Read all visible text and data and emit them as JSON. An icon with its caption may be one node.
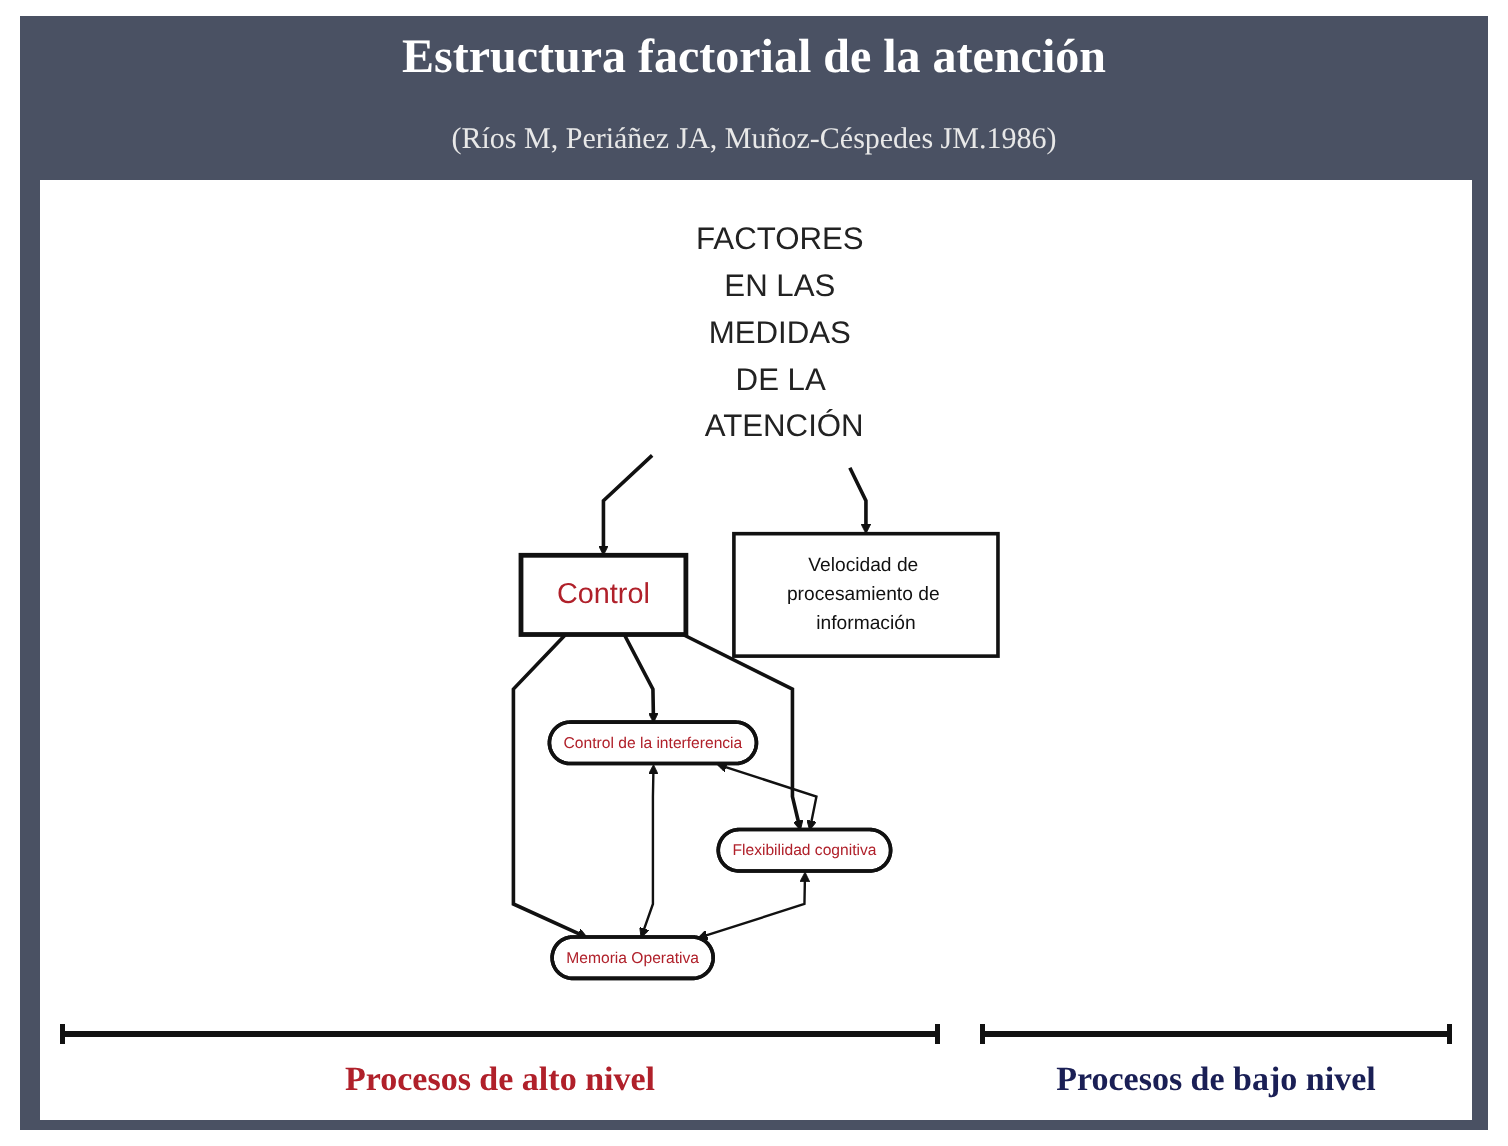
{
  "diagram": {
    "title": "Estructura factorial de la atención",
    "caption": "(Ríos M, Periáñez JA, Muñoz-Céspedes JM.1986)",
    "nodes": [
      {
        "text": [
          "FACTORES EN LAS MEDIDAS DE LA ATENCIÓN"
        ]
      },
      {
        "text": [
          "Control"
        ]
      },
      {
        "text": [
          "Velocidad de procesamiento de información"
        ]
      },
      {
        "text": [
          "Control de la interferencia"
        ]
      },
      {
        "text": [
          "Flexibilidad cognitiva"
        ]
      },
      {
        "text": [
          "Memoria Operativa"
        ]
      }
    ],
    "edges": [
      {
        "from": 0,
        "to": 1,
        "arrow": "to"
      },
      {
        "from": 0,
        "to": 2,
        "arrow": "to"
      },
      {
        "from": 1,
        "to": 3,
        "arrow": "to"
      },
      {
        "from": 1,
        "to": 4,
        "arrow": "to"
      },
      {
        "from": 1,
        "to": 5,
        "arrow": "to"
      },
      {
        "from": 3,
        "to": 4,
        "arrow": "both"
      },
      {
        "from": 3,
        "to": 5,
        "arrow": "both"
      },
      {
        "from": 4,
        "to": 5,
        "arrow": "both"
      }
    ],
    "labels": [
      "Procesos de alto nivel",
      "Procesos de bajo nivel"
    ]
  }
}
